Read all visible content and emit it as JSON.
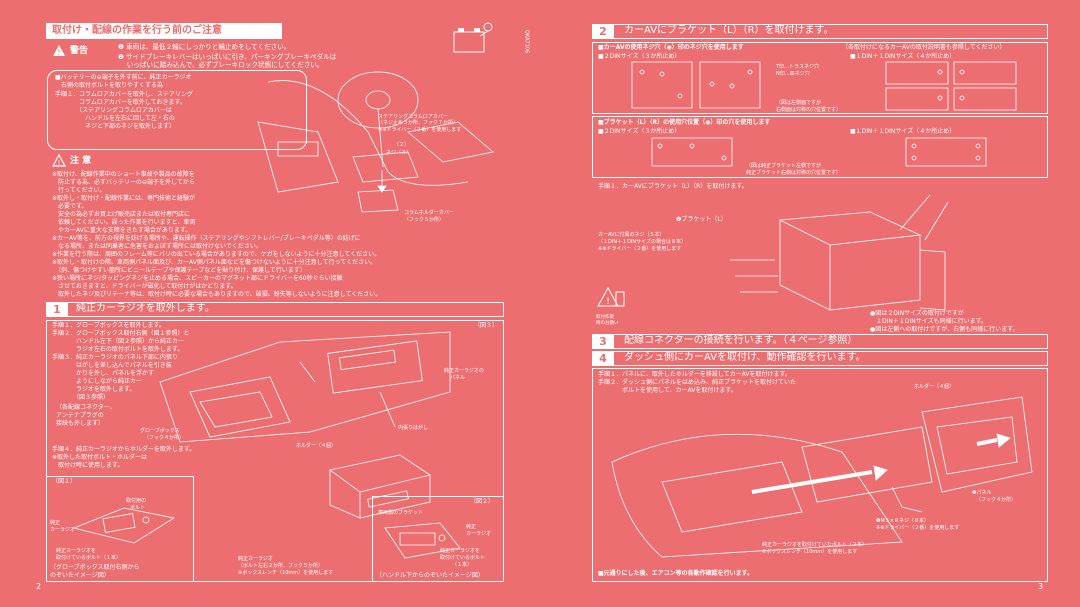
{
  "left": {
    "header": "取付け・配線の作業を行う前のご注意",
    "warning_badge": "警告",
    "warning_lines": [
      "❶ 車両は、最低２輪にしっかりと輪止めをしてください。",
      "❷ サイドブレーキレバーはいっぱいに引き、パーキングブレーキペダルは",
      "　 いっぱいに踏み込んで、必ずブレーキロック状態にしてください。"
    ],
    "side_code": "QKA7106",
    "battery_box": [
      "■バッテリーの⊖端子を外す前に、純正カーラジオ",
      "　右側の取付ボルトを取りやすくする為",
      "手順１．コラムロアカバーを取外し、ステアリング",
      "　　　　コラムロアカバーを取外しておきます。",
      "　　　　（ステアリングコラムロアカバーは",
      "　　　　　ハンドルを左右に回して左・右の",
      "　　　　　ネジと下部のネジを取外します）"
    ],
    "fig_steering_label": [
      "ステアリングコラムロアカバー",
      "（ネジ止め３か所、フック７か所）",
      "※⊕ドライバー（２番）を使用します"
    ],
    "fig_screw_labels": [
      "（２）",
      "ネジ（３）"
    ],
    "caution_badge": "注 意",
    "caution_lines": [
      "※取付け、配線作業中のショート事故や製品の故障を",
      "　防止する為、必ずバッテリーの⊖端子を外してから",
      "　行ってください。",
      "※取外し・取付け・配線作業には、専門技術と経験が",
      "　必要です。",
      "　安全の為必ずお買上げ販売店または取付専門店に",
      "　依頼してください。誤った作業を行いますと、車両",
      "　やカーAVに重大な支障をきたす場合があります。"
    ],
    "fig_column_label": [
      "コラムホルダーカバー",
      "（フック５か所）"
    ],
    "caution_full": [
      "※カーAV等を、前方の視界を妨げる場所や、運転操作（ステアリングやシフトレバー/ブレーキペダル等）の妨げに",
      "　なる場所、または同乗者に危害をおよぼす場所には取付けないでください。",
      "※作業を行う際は、周囲のフレーム等にバリの出ている場合がありますので、ケガをしないように十分注意してください。",
      "※取外し・取付けの際、車両側パネル面及び、カーAV側パネル面などを傷つけないように十分注意して行ってください。",
      "　（例、傷つけやすい箇所にビニールテープや保護テープなどを貼り付け、保護して行います）",
      "※狭い場所にネジ/タッピングネジを止める場合、スピーカーのマグネット部にドライバーを60秒ぐらい接触",
      "　させておきますと、ドライバーが磁化して取付けがはかどります。",
      "　取外したネジ及びリテーナ等は、取付け時に必要な場合もありますので、破損、紛失等しないように注意してください。"
    ],
    "step1_num": "1",
    "step1_title": "純正カーラジオを取外します。",
    "step1_lines": [
      "手順１．グローブボックスを取外します。",
      "手順２．グローブボックス取付右側（図１参照）と",
      "　　　　ハンドル左下（図２参照）から純正カー",
      "　　　　ラジオ左右の取付ボルトを取外します。",
      "手順３．純正カーラジオのパネル下部に内張り",
      "　　　　はがしを差し込んでパネルを引き抜",
      "　　　　かりを外し、パネルを浮かす",
      "　　　　ようにしながら純正カー",
      "　　　　ラジオを取外します。",
      "　　　　（図３参照）"
    ],
    "connector_lines": [
      "（各配線コネクター、",
      "アンテナプラグの",
      "接続も外します）"
    ],
    "fig3_label": "（図３）",
    "radio_panel_label": [
      "純正カーラジオの",
      "パネル"
    ],
    "pry_label": "内張りはがし",
    "glovebox_label": [
      "グローブボックス",
      "（フック４か所）"
    ],
    "step4_lines": [
      "手順４．純正カーラジオからホルダーを取外します。",
      "※取外した取付ボルト・ホルダーは",
      "　取付け時に使用します。"
    ],
    "holder_label": "ホルダー（４個）",
    "fig1_label": "（図１）",
    "fig2_label": "（図２）",
    "fig1_bolt_label": [
      "取付用の",
      "ボルト"
    ],
    "fig1_radio_label": [
      "純正",
      "カーラジオ"
    ],
    "fig1_bracket_label": [
      "純正カーラジオを",
      "取付けているボルト（１本）"
    ],
    "fig1_caption": [
      "（グローブボックス取付右側から",
      "のぞいたイメージ図）"
    ],
    "fig2_bracket_label": "車両側のブラケット",
    "fig2_radio_label": [
      "純正",
      "カーラジオ"
    ],
    "fig2_bolt_label": [
      "純正カーラジオを",
      "取付けているボルト",
      "（１本）"
    ],
    "fig2_caption": "（ハンドル下からのぞいたイメージ図）",
    "radio_bolts_label": [
      "純正カーラジオ",
      "（ボルト左右２か所、フック５か所）",
      "※ボックスレンチ（10mm）を使用します"
    ],
    "page_number": "2"
  },
  "right": {
    "step2_num": "2",
    "step2_title": "カーAVにブラケット（L）（R）を取付けます。",
    "screws_heading": "■カーAVの使用ネジ穴（◉）印のネジ穴を使用します",
    "screws_note": "（各取付けになるカーAVの取付説明書も参照してください）",
    "din2_label": "■２DINサイズ（３か所止め）",
    "din11_label": "■１DIN＋１DINサイズ（４か所止め）",
    "screw_types": [
      "T印…トラスネジ穴",
      "N印…皿ネジ穴"
    ],
    "fig_note_left": [
      "（図は左側面ですが",
      "右側面は対称の穴位置です）"
    ],
    "bracket_heading": "■ブラケット（L）（R）の使用穴位置（◉）印の穴を使用します",
    "bracket_din2": "■２DINサイズ（３か所止め）",
    "bracket_din11": "■１DIN＋１DINサイズ（４か所止め）",
    "bracket_note": [
      "（図は純正ブラケット左側ですが",
      "純正ブラケット右側は対称の穴位置です）"
    ],
    "step_bracket": "手順１．カーAVにブラケット（L）（R）を取付けます。",
    "bracket_l_label": "❷ブラケット（L）",
    "screw_label": [
      "カーAVに付属のネジ（５本）",
      "（１DIN＋１DINサイズの場合は８本）",
      "※⊕ドライバー（２番）を使用します"
    ],
    "warn_small": [
      "取付作業",
      "時のお願い"
    ],
    "note_fig": [
      "●図は２DINサイズの取付けですが",
      "　１DIN＋１DINサイズも同様に行います。",
      "●図は左側への取付けですが、右側も同様に行います。"
    ],
    "step3_num": "3",
    "step3_title": "配線コネクターの接続を行います。（４ページ参照）",
    "step4_num": "4",
    "step4_title": "ダッシュ側にカーAVを取付け、動作確認を行います。",
    "step4_lines": [
      "手順１．パネルに、取外したホルダーを移設してカーAVを取付けます。",
      "手順２．ダッシュ側にパネルをはめ込み、純正ブラケットを取付けていた",
      "　　　　ボルトを使用して、カーAVを取付けます。"
    ],
    "holder_label": "ホルダー（４個）",
    "panel_label": [
      "❶パネル",
      "（フック４か所）"
    ],
    "screw_m5_label": [
      "❸M５×８ネジ（８本）",
      "※⊕ドライバー（２番）を使用します"
    ],
    "bolt_label": [
      "純正カーラジオを取付けていたボルト（２本）",
      "※ボックスレンチ（10mm）を使用します"
    ],
    "final_note": "■元通りにした後、エアコン等の各動作確認を行います。",
    "page_number": "3"
  }
}
